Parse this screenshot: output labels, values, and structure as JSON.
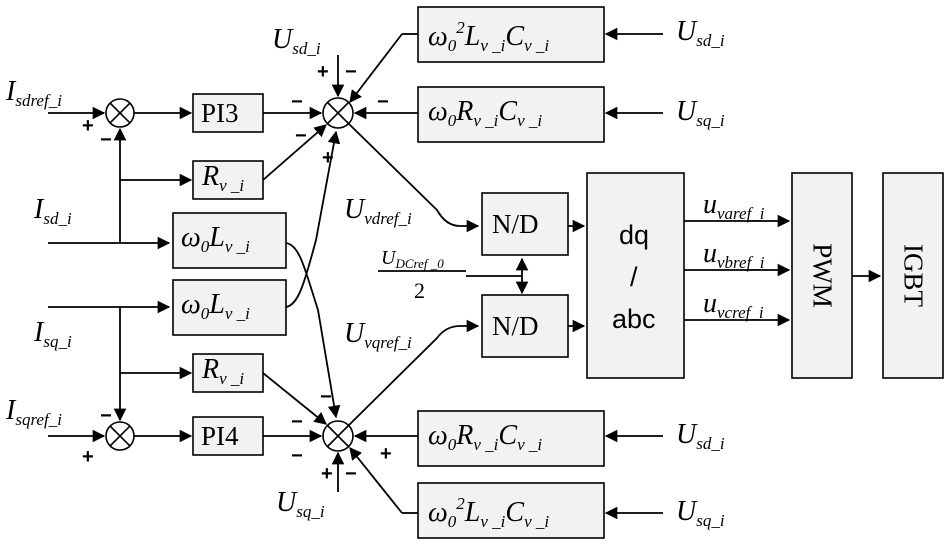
{
  "inputs": {
    "isdref": {
      "main": "I",
      "sub": "sdref_i"
    },
    "isd": {
      "main": "I",
      "sub": "sd_i"
    },
    "isq": {
      "main": "I",
      "sub": "sq_i"
    },
    "isqref": {
      "main": "I",
      "sub": "sqref_i"
    },
    "usd_top": {
      "main": "U",
      "sub": "sd_i"
    },
    "usq_bottom": {
      "main": "U",
      "sub": "sq_i"
    },
    "usd_right_top": {
      "main": "U",
      "sub": "sd_i"
    },
    "usq_right_top": {
      "main": "U",
      "sub": "sq_i"
    },
    "usd_right_bottom": {
      "main": "U",
      "sub": "sd_i"
    },
    "usq_right_bottom": {
      "main": "U",
      "sub": "sq_i"
    }
  },
  "blocks": {
    "pi3": "PI3",
    "pi4": "PI4",
    "rv": {
      "main": "R",
      "sub": "v _i"
    },
    "w0lv": {
      "w": "ω",
      "w_sub": "0",
      "main": "L",
      "sub": "v _i"
    },
    "w0sq_lc": {
      "w": "ω",
      "w_sub": "0",
      "sup": "2",
      "l": "L",
      "l_sub": "v _i",
      "c": "C",
      "c_sub": "v _i"
    },
    "w0rc": {
      "w": "ω",
      "w_sub": "0",
      "r": "R",
      "r_sub": "v _i",
      "c": "C",
      "c_sub": "v _i"
    },
    "nd": "N/D",
    "dq_abc": {
      "line1": "dq",
      "line2": "/",
      "line3": "abc"
    },
    "pwm": "PWM",
    "igbt": "IGBT"
  },
  "signals": {
    "uvdref": {
      "main": "U",
      "sub": "vdref_i"
    },
    "uvqref": {
      "main": "U",
      "sub": "vqref_i"
    },
    "udc_num": {
      "main": "U",
      "sub": "DCref _0"
    },
    "udc_den": "2",
    "uvaref": {
      "main": "u",
      "sub": "varef_i"
    },
    "uvbref": {
      "main": "u",
      "sub": "vbref_i"
    },
    "uvcref": {
      "main": "u",
      "sub": "vcref_i"
    }
  },
  "signs": {
    "plus": "+",
    "minus": "−"
  }
}
